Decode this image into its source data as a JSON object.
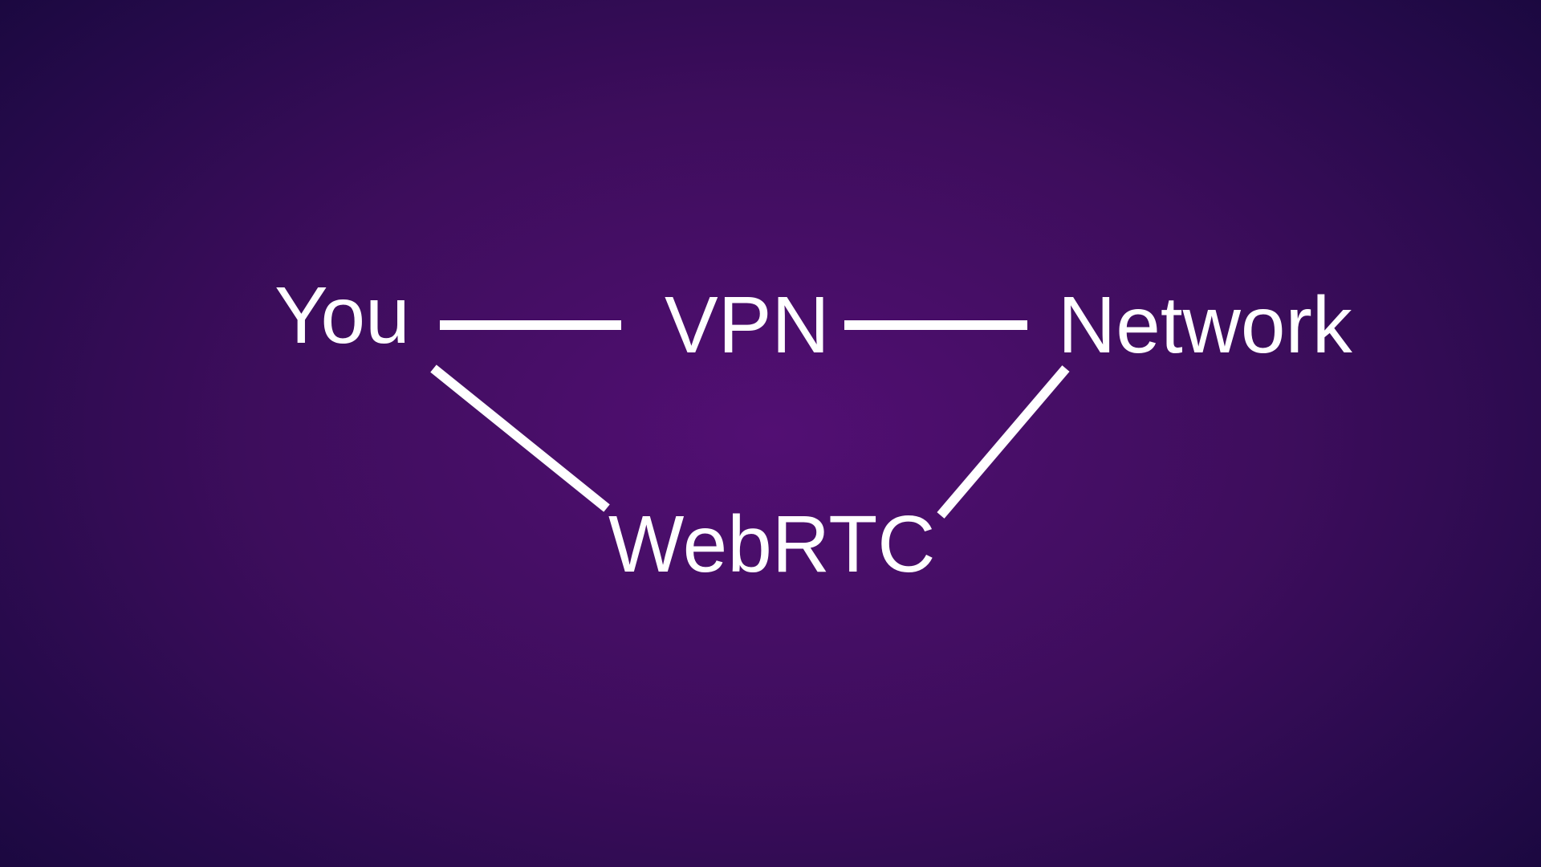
{
  "diagram": {
    "nodes": {
      "you": "You",
      "vpn": "VPN",
      "network": "Network",
      "webrtc": "WebRTC"
    },
    "edges": [
      {
        "from": "You",
        "to": "VPN"
      },
      {
        "from": "VPN",
        "to": "Network"
      },
      {
        "from": "You",
        "to": "WebRTC"
      },
      {
        "from": "WebRTC",
        "to": "Network"
      }
    ],
    "colors": {
      "background_center": "#520f73",
      "background_edge": "#130738",
      "foreground": "#ffffff"
    }
  }
}
